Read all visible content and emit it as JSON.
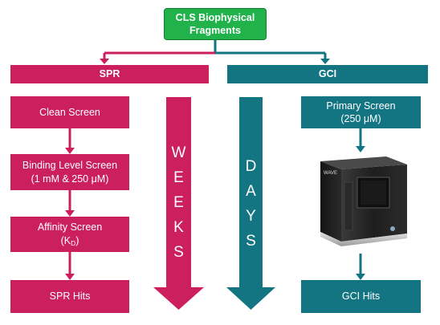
{
  "top_box": {
    "line1": "CLS Biophysical",
    "line2": "Fragments"
  },
  "spr_header": "SPR",
  "gci_header": "GCI",
  "spr_steps": {
    "clean": "Clean Screen",
    "binding_line1": "Binding Level Screen",
    "binding_line2": "(1 mM & 250 μM)",
    "affinity_line1": "Affinity Screen",
    "affinity_kd_main": "(K",
    "affinity_kd_sub": "D",
    "affinity_kd_close": ")",
    "hits": "SPR Hits"
  },
  "gci_steps": {
    "primary_line1": "Primary Screen",
    "primary_line2": "(250 μM)",
    "hits": "GCI Hits"
  },
  "weeks_letters": [
    "W",
    "E",
    "E",
    "K",
    "S"
  ],
  "days_letters": [
    "D",
    "A",
    "Y",
    "S"
  ],
  "instrument_label": "WAVE",
  "colors": {
    "spr": "#cc1f5e",
    "gci": "#147582",
    "top": "#21b24b"
  }
}
